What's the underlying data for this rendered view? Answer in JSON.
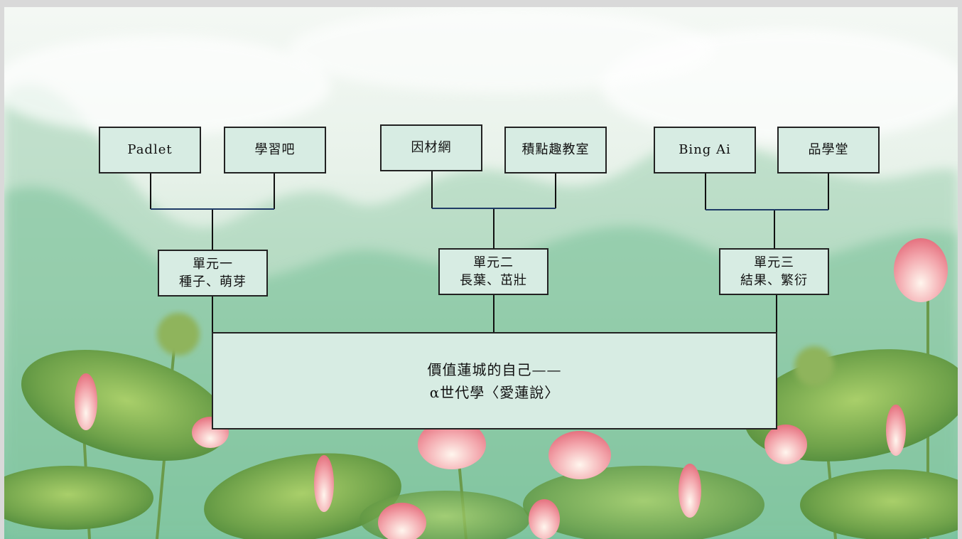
{
  "tools": {
    "padlet": "Padlet",
    "xuexiba": "學習吧",
    "yincaiwang": "因材網",
    "jidian": "積點趣教室",
    "bing": "Bing Ai",
    "pinxuetang": "品學堂"
  },
  "units": {
    "unit1": {
      "title": "單元一",
      "subtitle": "種子、萌芽"
    },
    "unit2": {
      "title": "單元二",
      "subtitle": "長葉、茁壯"
    },
    "unit3": {
      "title": "單元三",
      "subtitle": "結果、繁衍"
    }
  },
  "center": {
    "line1": "價值蓮城的自己——",
    "line2": "α世代學〈愛蓮說〉"
  },
  "colors": {
    "box_fill": "#d7ece3",
    "box_border": "#222222",
    "tool_link": "#1f3b66"
  }
}
